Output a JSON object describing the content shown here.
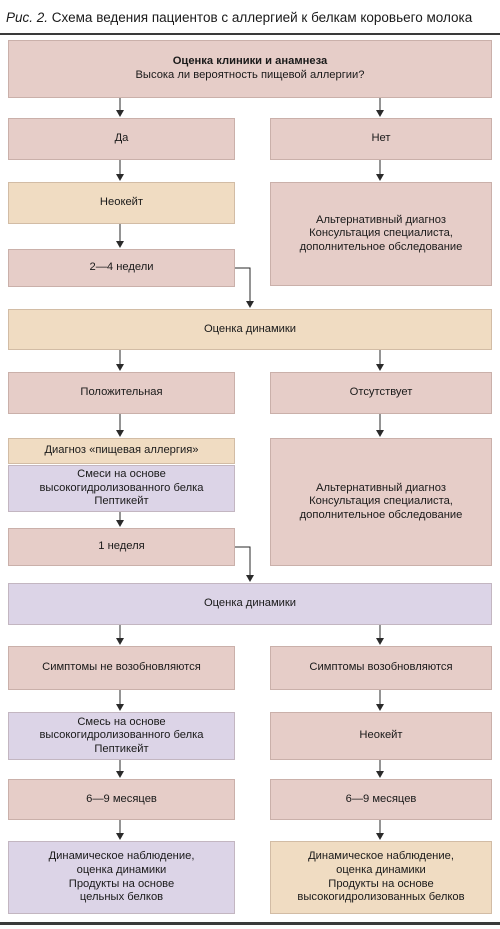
{
  "title": {
    "fig_label": "Рис. 2.",
    "text": "Схема ведения пациентов с аллергией к белкам коровьего молока"
  },
  "nodes": {
    "assessment": {
      "line1": "Оценка клиники и анамнеза",
      "line2": "Высока ли вероятность пищевой аллергии?"
    },
    "yes": "Да",
    "no": "Нет",
    "neocate_1": "Неокейт",
    "alt_1": {
      "line1": "Альтернативный диагноз",
      "line2": "Консультация специалиста,",
      "line3": "дополнительное обследование"
    },
    "weeks_2_4": "2—4 недели",
    "dynamics_1": "Оценка динамики",
    "positive": "Положительная",
    "absent": "Отсутствует",
    "diagnosis": "Диагноз «пищевая аллергия»",
    "mixes": {
      "line1": "Смеси на основе",
      "line2": "высокогидролизованного белка",
      "line3": "Пептикейт"
    },
    "alt_2": {
      "line1": "Альтернативный диагноз",
      "line2": "Консультация специалиста,",
      "line3": "дополнительное обследование"
    },
    "week_1": "1 неделя",
    "dynamics_2": "Оценка динамики",
    "no_recur": "Симптомы не возобновляются",
    "recur": "Симптомы возобновляются",
    "mix_left": {
      "line1": "Смесь на основе",
      "line2": "высокогидролизованного белка",
      "line3": "Пептикейт"
    },
    "neocate_2": "Неокейт",
    "months_left": "6—9 месяцев",
    "months_right": "6—9 месяцев",
    "final_left": {
      "line1": "Динамическое наблюдение,",
      "line2": "оценка динамики",
      "line3": "Продукты на основе",
      "line4": "цельных белков"
    },
    "final_right": {
      "line1": "Динамическое наблюдение,",
      "line2": "оценка динамики",
      "line3": "Продукты на основе",
      "line4": "высокогидролизованных белков"
    }
  },
  "colors": {
    "pink": "#e6cdc8",
    "beige": "#f0dcc2",
    "lavender": "#dcd4e7",
    "line": "#2a2a2a"
  }
}
